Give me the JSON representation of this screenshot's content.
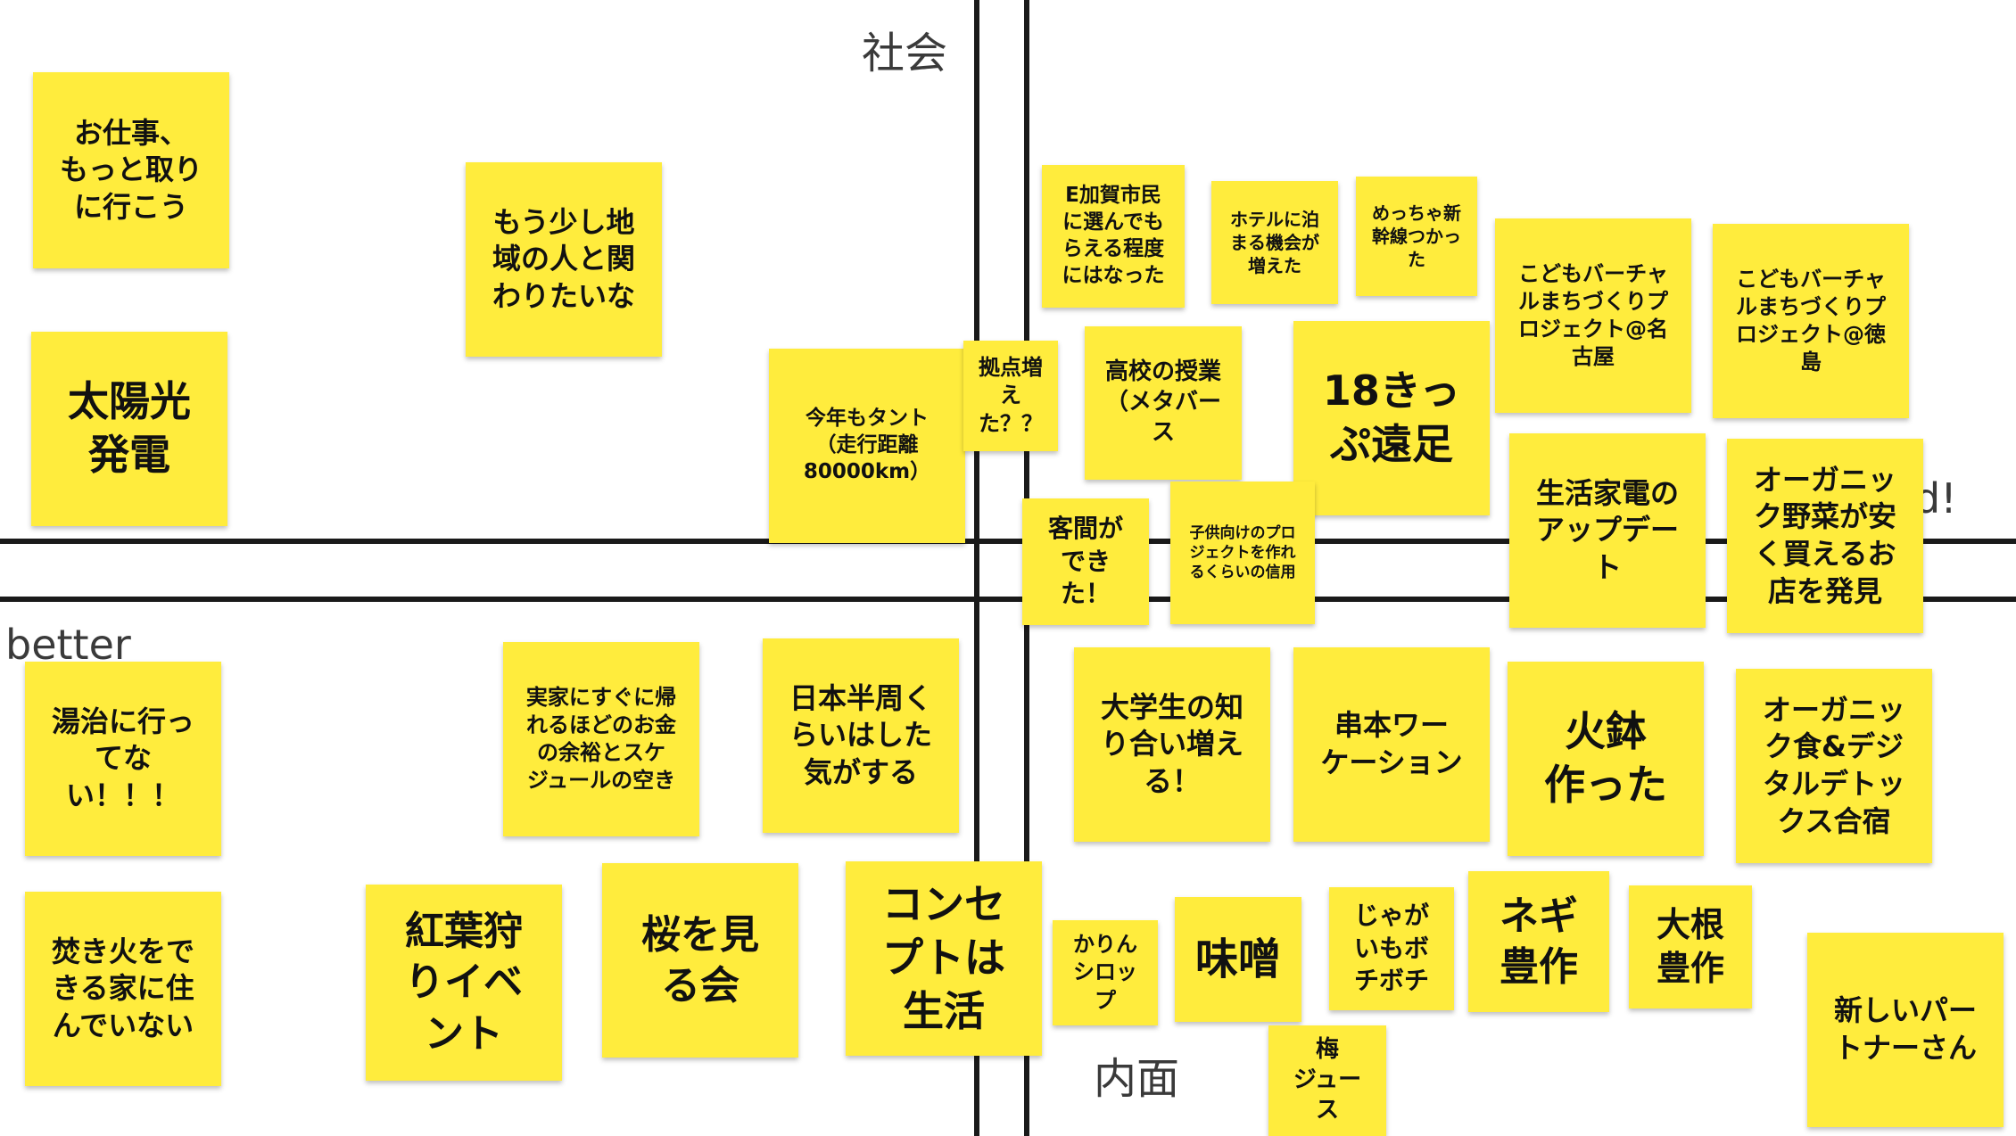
{
  "axes": {
    "top_label": "社会",
    "bottom_label": "内面",
    "left_label": "better",
    "right_label": "d!"
  },
  "notes": [
    {
      "text": "お仕事、\nもっと取り\nに行こう"
    },
    {
      "text": "太陽光\n発電"
    },
    {
      "text": "もう少し地\n域の人と関\nわりたいな"
    },
    {
      "text": "今年もタント\n（走行距離\n80000km）"
    },
    {
      "text": "湯治に行っ\nてな\nい！！！"
    },
    {
      "text": "焚き火をで\nきる家に住\nんでいない"
    },
    {
      "text": "実家にすぐに帰\nれるほどのお金\nの余裕とスケ\nジュールの空き"
    },
    {
      "text": "日本半周く\nらいはした\n気がする"
    },
    {
      "text": "紅葉狩\nりイベ\nント"
    },
    {
      "text": "桜を見\nる会"
    },
    {
      "text": "コンセ\nプトは\n生活"
    },
    {
      "text": "拠点増\nえ\nた？？"
    },
    {
      "text": "E加賀市民\nに選んでも\nらえる程度\nにはなった"
    },
    {
      "text": "ホテルに泊\nまる機会が\n増えた"
    },
    {
      "text": "めっちゃ新\n幹線つかっ\nた"
    },
    {
      "text": "こどもバーチャ\nルまちづくりプ\nロジェクト@名\n古屋"
    },
    {
      "text": "こどもバーチャ\nルまちづくりプ\nロジェクト@徳\n島"
    },
    {
      "text": "高校の授業\n（メタバー\nス"
    },
    {
      "text": "18きっ\nぷ遠足"
    },
    {
      "text": "客間が\nでき\nた！"
    },
    {
      "text": "子供向けのプロ\nジェクトを作れ\nるくらいの信用"
    },
    {
      "text": "生活家電の\nアップデー\nト"
    },
    {
      "text": "オーガニッ\nク野菜が安\nく買えるお\n店を発見"
    },
    {
      "text": "大学生の知\nり合い増え\nる！"
    },
    {
      "text": "串本ワー\nケーション"
    },
    {
      "text": "火鉢\n作った"
    },
    {
      "text": "オーガニッ\nク食&デジ\nタルデトッ\nクス合宿"
    },
    {
      "text": "かりん\nシロッ\nプ"
    },
    {
      "text": "味噌"
    },
    {
      "text": "じゃが\nいもボ\nチボチ"
    },
    {
      "text": "ネギ\n豊作"
    },
    {
      "text": "大根\n豊作"
    },
    {
      "text": "梅\nジュー\nス"
    },
    {
      "text": "新しいパー\nトナーさん"
    }
  ]
}
